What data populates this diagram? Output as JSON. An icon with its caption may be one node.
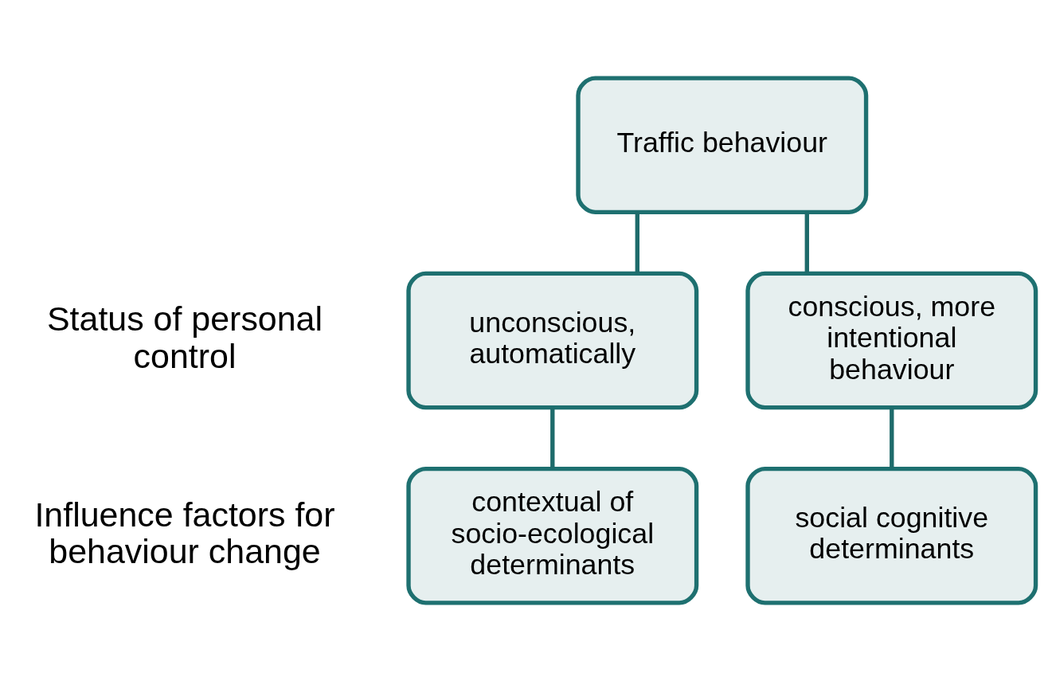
{
  "diagram": {
    "nodes": [
      {
        "text": [
          "Traffic behaviour"
        ]
      },
      {
        "text": [
          "unconscious, automatically"
        ]
      },
      {
        "text": [
          "conscious, more intentional behaviour"
        ]
      },
      {
        "text": [
          "contextual of socio-ecological determinants"
        ]
      },
      {
        "text": [
          "social cognitive determinants"
        ]
      }
    ],
    "edges": [
      {
        "from": 0,
        "to": 1,
        "arrow": "none"
      },
      {
        "from": 0,
        "to": 2,
        "arrow": "none"
      },
      {
        "from": 1,
        "to": 3,
        "arrow": "none"
      },
      {
        "from": 2,
        "to": 4,
        "arrow": "none"
      }
    ],
    "labels": [
      "Status of personal control",
      "Influence factors for behaviour change"
    ]
  }
}
